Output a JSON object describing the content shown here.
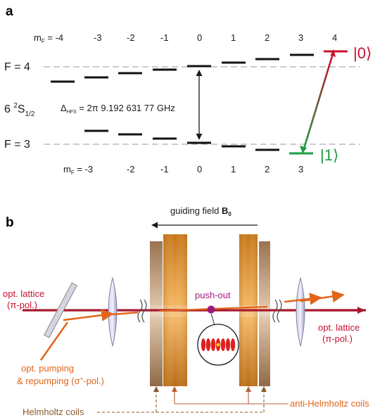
{
  "panel_a": {
    "label": "a",
    "mf_upper": [
      "m",
      "F",
      " = -4",
      "-3",
      "-2",
      "-1",
      "0",
      "1",
      "2",
      "3",
      "4"
    ],
    "mf_lower": [
      "m",
      "F",
      " = -3",
      "-2",
      "-1",
      "0",
      "1",
      "2",
      "3"
    ],
    "F4_label": "F = 4",
    "F3_label": "F = 3",
    "state_label": {
      "main": "6 ",
      "sup": "2",
      "S": "S",
      "sub": "1/2"
    },
    "hfs": {
      "delta": "Δ",
      "sub": "HFS",
      "value": " = 2π  9.192 631 77 GHz"
    },
    "ket0": "|0⟩",
    "ket1": "|1⟩"
  },
  "panel_b": {
    "label": "b",
    "guiding_field": "guiding field ",
    "guiding_field_symbol": "B",
    "guiding_field_sub": "0",
    "push_out": "push-out",
    "opt_lattice_left_1": "opt. lattice",
    "opt_lattice_left_2": "(π-pol.)",
    "opt_lattice_right_1": "opt. lattice",
    "opt_lattice_right_2": "(π-pol.)",
    "opt_pumping_1": "opt. pumping",
    "opt_pumping_2": "& repumping  (σ",
    "opt_pumping_sup": "+",
    "opt_pumping_3": "-pol.)",
    "helmholtz": "Helmholtz coils",
    "anti_helmholtz": "anti-Helmholtz coils"
  },
  "colors": {
    "red": "#c8102e",
    "green": "#1a9e3f",
    "orange": "#e2641b",
    "coil_orange": "#d98a1f",
    "coil_brown": "#a98462",
    "purple": "#9b1a7c"
  }
}
